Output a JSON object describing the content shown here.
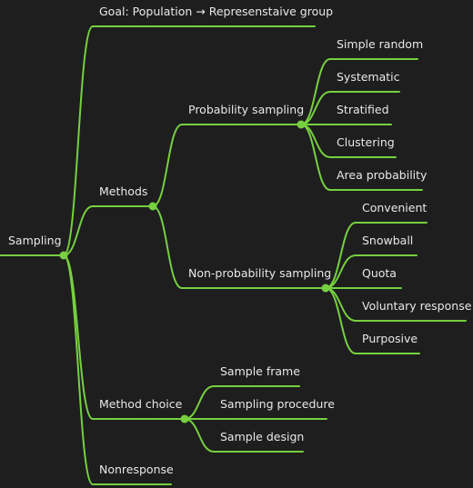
{
  "mindmap": {
    "root": {
      "label": "Sampling",
      "children": [
        {
          "label": "Goal: Population → Represenstaive group"
        },
        {
          "label": "Methods",
          "children": [
            {
              "label": "Probability sampling",
              "children": [
                {
                  "label": "Simple random"
                },
                {
                  "label": "Systematic"
                },
                {
                  "label": "Stratified"
                },
                {
                  "label": "Clustering"
                },
                {
                  "label": "Area probability"
                }
              ]
            },
            {
              "label": "Non-probability sampling",
              "children": [
                {
                  "label": "Convenient"
                },
                {
                  "label": "Snowball"
                },
                {
                  "label": "Quota"
                },
                {
                  "label": "Voluntary response"
                },
                {
                  "label": "Purposive"
                }
              ]
            }
          ]
        },
        {
          "label": "Method choice",
          "children": [
            {
              "label": "Sample frame"
            },
            {
              "label": "Sampling procedure"
            },
            {
              "label": "Sample design"
            }
          ]
        },
        {
          "label": "Nonresponse"
        }
      ]
    },
    "colors": {
      "background": "#1e1e1e",
      "line": "#76d03f",
      "text": "#e8e8e8"
    }
  }
}
